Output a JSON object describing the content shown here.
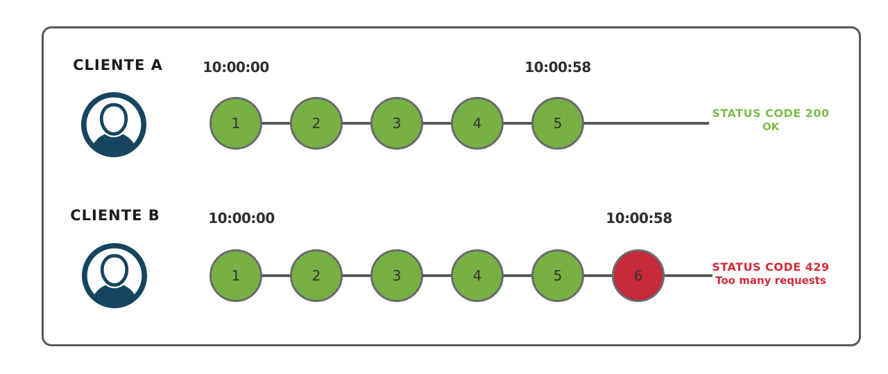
{
  "colors": {
    "green": "#77B043",
    "red": "#C6293A",
    "navy": "#17455F",
    "circle-border": "#696A6C",
    "line": "#58585A",
    "frame-border": "#58585A",
    "text-dark": "#2D2D2F",
    "status-green": "#7CBE4B",
    "status-red": "#D22B39"
  },
  "rows": [
    {
      "client": "CLIENTE A",
      "start_time": "10:00:00",
      "end_time": "10:00:58",
      "requests": [
        {
          "label": "1",
          "state": "ok"
        },
        {
          "label": "2",
          "state": "ok"
        },
        {
          "label": "3",
          "state": "ok"
        },
        {
          "label": "4",
          "state": "ok"
        },
        {
          "label": "5",
          "state": "ok"
        }
      ],
      "status": {
        "tone": "success",
        "line1": "STATUS CODE 200",
        "line2": "OK"
      }
    },
    {
      "client": "CLIENTE B",
      "start_time": "10:00:00",
      "end_time": "10:00:58",
      "requests": [
        {
          "label": "1",
          "state": "ok"
        },
        {
          "label": "2",
          "state": "ok"
        },
        {
          "label": "3",
          "state": "ok"
        },
        {
          "label": "4",
          "state": "ok"
        },
        {
          "label": "5",
          "state": "ok"
        },
        {
          "label": "6",
          "state": "blocked"
        }
      ],
      "status": {
        "tone": "error",
        "line1": "STATUS CODE 429",
        "line2": "Too many requests"
      }
    }
  ]
}
